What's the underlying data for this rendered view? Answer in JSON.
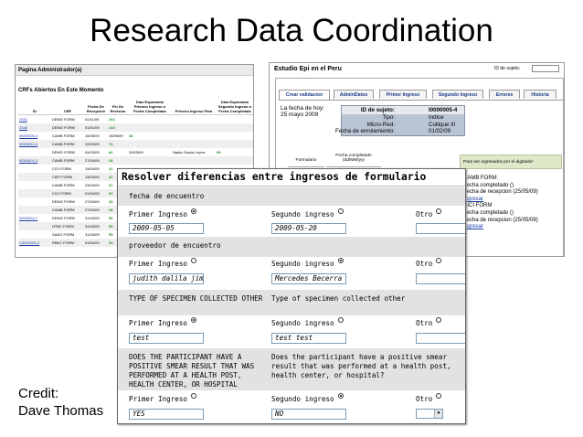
{
  "slide": {
    "title": "Research Data Coordination",
    "credit_line1": "Credit:",
    "credit_line2": "Dave Thomas"
  },
  "admin_page": {
    "header": "Pagina Administrador(a)",
    "subtitle": "CRFs Abiertos En Este Momento",
    "columns": [
      "ID",
      "CRF",
      "Fecha De Recepcion",
      "Fin De Revision",
      "Dias Esperando Primero Ingreso o Fecha Completado",
      "Primero Ingreso Para",
      "Dias Esperando Segundo Ingreso o Fecha Completado"
    ],
    "rows": [
      [
        "2342",
        "DEMO FORM",
        "02/11/09",
        "264",
        "",
        "",
        ""
      ],
      [
        "2348",
        "DEMO FORM",
        "01/01/09",
        "144",
        "",
        "",
        ""
      ],
      [
        "I0000005-4",
        "CAMB FORM",
        "15/05/09",
        "15/05/09",
        "38",
        "",
        ""
      ],
      [
        "I0000010-4",
        "CAMB FORM",
        "12/03/09",
        "74",
        "",
        "",
        ""
      ],
      [
        "",
        "DEMO FORM",
        "04/03/09",
        "82",
        "20/03/09",
        "Nadia Garcia Leyva",
        "99"
      ],
      [
        "I0000001-3",
        "CAMB FORM",
        "27/04/09",
        "28",
        "",
        "",
        ""
      ],
      [
        "",
        "CICI FORM",
        "14/04/09",
        "41",
        "",
        "",
        ""
      ],
      [
        "",
        "CIEF FORM",
        "14/04/09",
        "41",
        "",
        "",
        ""
      ],
      [
        "",
        "CAMB FORM",
        "24/04/09",
        "31",
        "",
        "",
        ""
      ],
      [
        "",
        "CICI FORM",
        "01/04/09",
        "54",
        "",
        "",
        ""
      ],
      [
        "",
        "DEMO FORM",
        "27/04/09",
        "28",
        "",
        "",
        ""
      ],
      [
        "",
        "CAMB FORM",
        "27/04/09",
        "28",
        "",
        "",
        ""
      ],
      [
        "I0000004-7",
        "DEMO FORM",
        "31/03/09",
        "55",
        "",
        "",
        ""
      ],
      [
        "",
        "HTBC FORM",
        "31/03/09",
        "55",
        "",
        "",
        ""
      ],
      [
        "",
        "SANG FORM",
        "31/03/09",
        "55",
        "",
        "",
        ""
      ],
      [
        "C0000005-0",
        "RBKC FORM",
        "01/04/09",
        "54",
        "",
        "",
        ""
      ]
    ]
  },
  "epi_page": {
    "title": "Estudio Epi en el Peru",
    "id_label": "ID de sujeto:",
    "tabs": [
      "Crear validacion",
      "AdminDatos",
      "Primer Ingreso",
      "Segundo ingreso",
      "Errores",
      "Historia"
    ],
    "date_label": "La fecha de hoy:",
    "date_value": "25 mayo 2009",
    "info": {
      "id_key": "ID de sujeto:",
      "id_value": "I0000005-4",
      "rows": [
        {
          "k": "Tipo:",
          "v": "Indice"
        },
        {
          "k": "Micro-Red:",
          "v": "Collique III"
        },
        {
          "k": "Fecha de enrolamiento:",
          "v": "01/02/09"
        }
      ]
    },
    "table_headers": [
      "Formulario",
      "Fecha completado (dd/MM/yy)"
    ],
    "side_note": "Para ser ingresados por el digitador:",
    "side_items": [
      {
        "name": "CAMB FORM",
        "completed": "Fecha completado ()",
        "received": "Fecha de recepcion (25/05/09)",
        "link": "Ingresar"
      },
      {
        "name": "CICI FORM",
        "completed": "Fecha completado ()",
        "received": "Fecha de recepcion (25/05/09)",
        "link": "Ingresar"
      }
    ]
  },
  "dialog": {
    "title": "Resolver diferencias entre ingresos de formulario",
    "questions": [
      {
        "text": "fecha de encuentro",
        "text2": "",
        "first_label": "Primer Ingreso",
        "second_label": "Segundo ingreso",
        "other_label": "Otro",
        "selected": "first",
        "first_value": "2009-05-05",
        "second_value": "2009-05-20",
        "other_is_select": false
      },
      {
        "text": "proveedor de encuentro",
        "text2": "",
        "first_label": "Primer Ingreso",
        "second_label": "Segundo ingreso",
        "other_label": "Otro",
        "selected": "second",
        "first_value": "judith dalila jimenez",
        "second_value": "Mercedes  Becerra",
        "other_is_select": false
      },
      {
        "text": "TYPE OF SPECIMEN COLLECTED OTHER",
        "text2": "Type of specimen collected other",
        "first_label": "Primer Ingreso",
        "second_label": "Segundo ingreso",
        "other_label": "Otro",
        "selected": "first",
        "first_value": "test",
        "second_value": "test test",
        "other_is_select": false
      },
      {
        "text": "DOES THE PARTICIPANT HAVE A POSITIVE SMEAR RESULT THAT WAS PERFORMED AT A HEALTH POST, HEALTH CENTER, OR HOSPITAL",
        "text2": "Does the participant have a positive smear result that was performed at a health post, health center, or hospital?",
        "first_label": "Primer Ingreso",
        "second_label": "Segundo ingreso",
        "other_label": "Otro",
        "selected": "second",
        "first_value": "YES",
        "second_value": "NO",
        "other_is_select": true
      }
    ]
  }
}
